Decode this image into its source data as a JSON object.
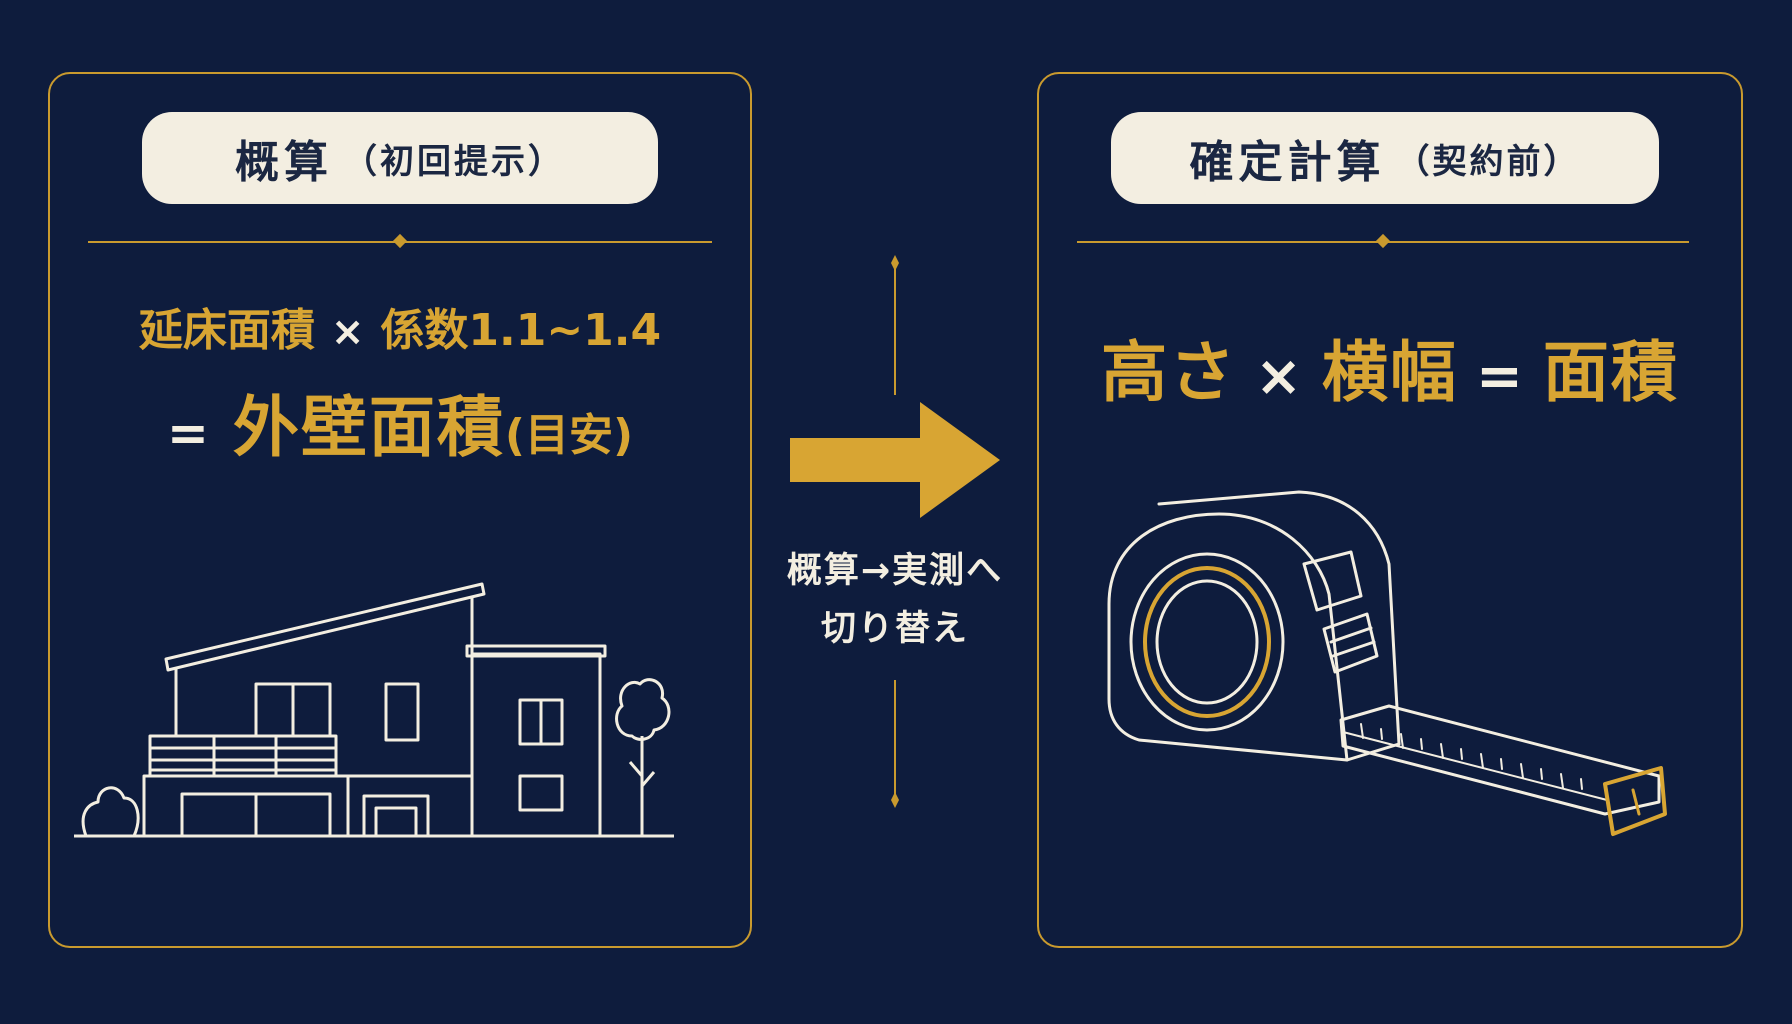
{
  "left_panel": {
    "title": "概算",
    "subtitle": "（初回提示）",
    "formula_line1": {
      "term1": "延床面積",
      "operator": "×",
      "term2": "係数1.1~1.4"
    },
    "formula_line2": {
      "equals": "=",
      "result": "外壁面積",
      "note": "(目安)"
    },
    "illustration": "house-line-drawing"
  },
  "right_panel": {
    "title": "確定計算",
    "subtitle": "（契約前）",
    "formula": {
      "term1": "高さ",
      "op1": "×",
      "term2": "横幅",
      "op2": "=",
      "result": "面積"
    },
    "illustration": "tape-measure-icon"
  },
  "center": {
    "caption_line1": "概算→実測へ",
    "caption_line2": "切り替え",
    "arrow": "arrow-right-icon"
  },
  "colors": {
    "background": "#0e1c3d",
    "accent_gold": "#c99a2e",
    "text_gold": "#d8a533",
    "cream": "#f3eee1"
  }
}
